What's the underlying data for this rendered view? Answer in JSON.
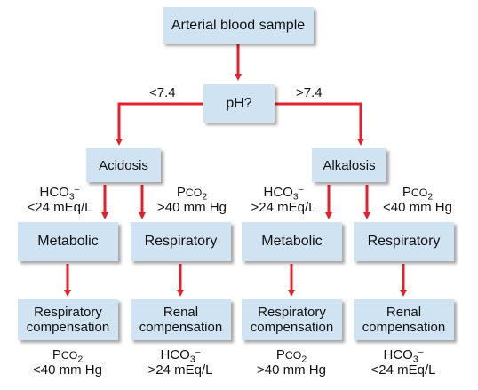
{
  "nodes": {
    "start": "Arterial blood sample",
    "question": "pH?",
    "acidosis": "Acidosis",
    "alkalosis": "Alkalosis",
    "metabolic_acid": "Metabolic",
    "respiratory_acid": "Respiratory",
    "metabolic_alk": "Metabolic",
    "respiratory_alk": "Respiratory",
    "comp1_line1": "Respiratory",
    "comp1_line2": "compensation",
    "comp2_line1": "Renal",
    "comp2_line2": "compensation",
    "comp3_line1": "Respiratory",
    "comp3_line2": "compensation",
    "comp4_line1": "Renal",
    "comp4_line2": "compensation"
  },
  "edges": {
    "left": "<7.4",
    "right": ">7.4"
  },
  "labels": {
    "hco3": "HCO",
    "hco3_sub": "3",
    "hco3_sup": "–",
    "pco2": "P",
    "pco2_small": "CO",
    "pco2_sub": "2",
    "acid_met_value": "<24 mEq/L",
    "acid_resp_value": ">40 mm Hg",
    "alk_met_value": ">24 mEq/L",
    "alk_resp_value": "<40 mm Hg",
    "comp1_value": "<40 mm Hg",
    "comp2_value": ">24 mEq/L",
    "comp3_value": ">40 mm Hg",
    "comp4_value": "<24 mEq/L"
  },
  "colors": {
    "arrow": "#e2222a",
    "box_fill": "#cfe3f3"
  }
}
